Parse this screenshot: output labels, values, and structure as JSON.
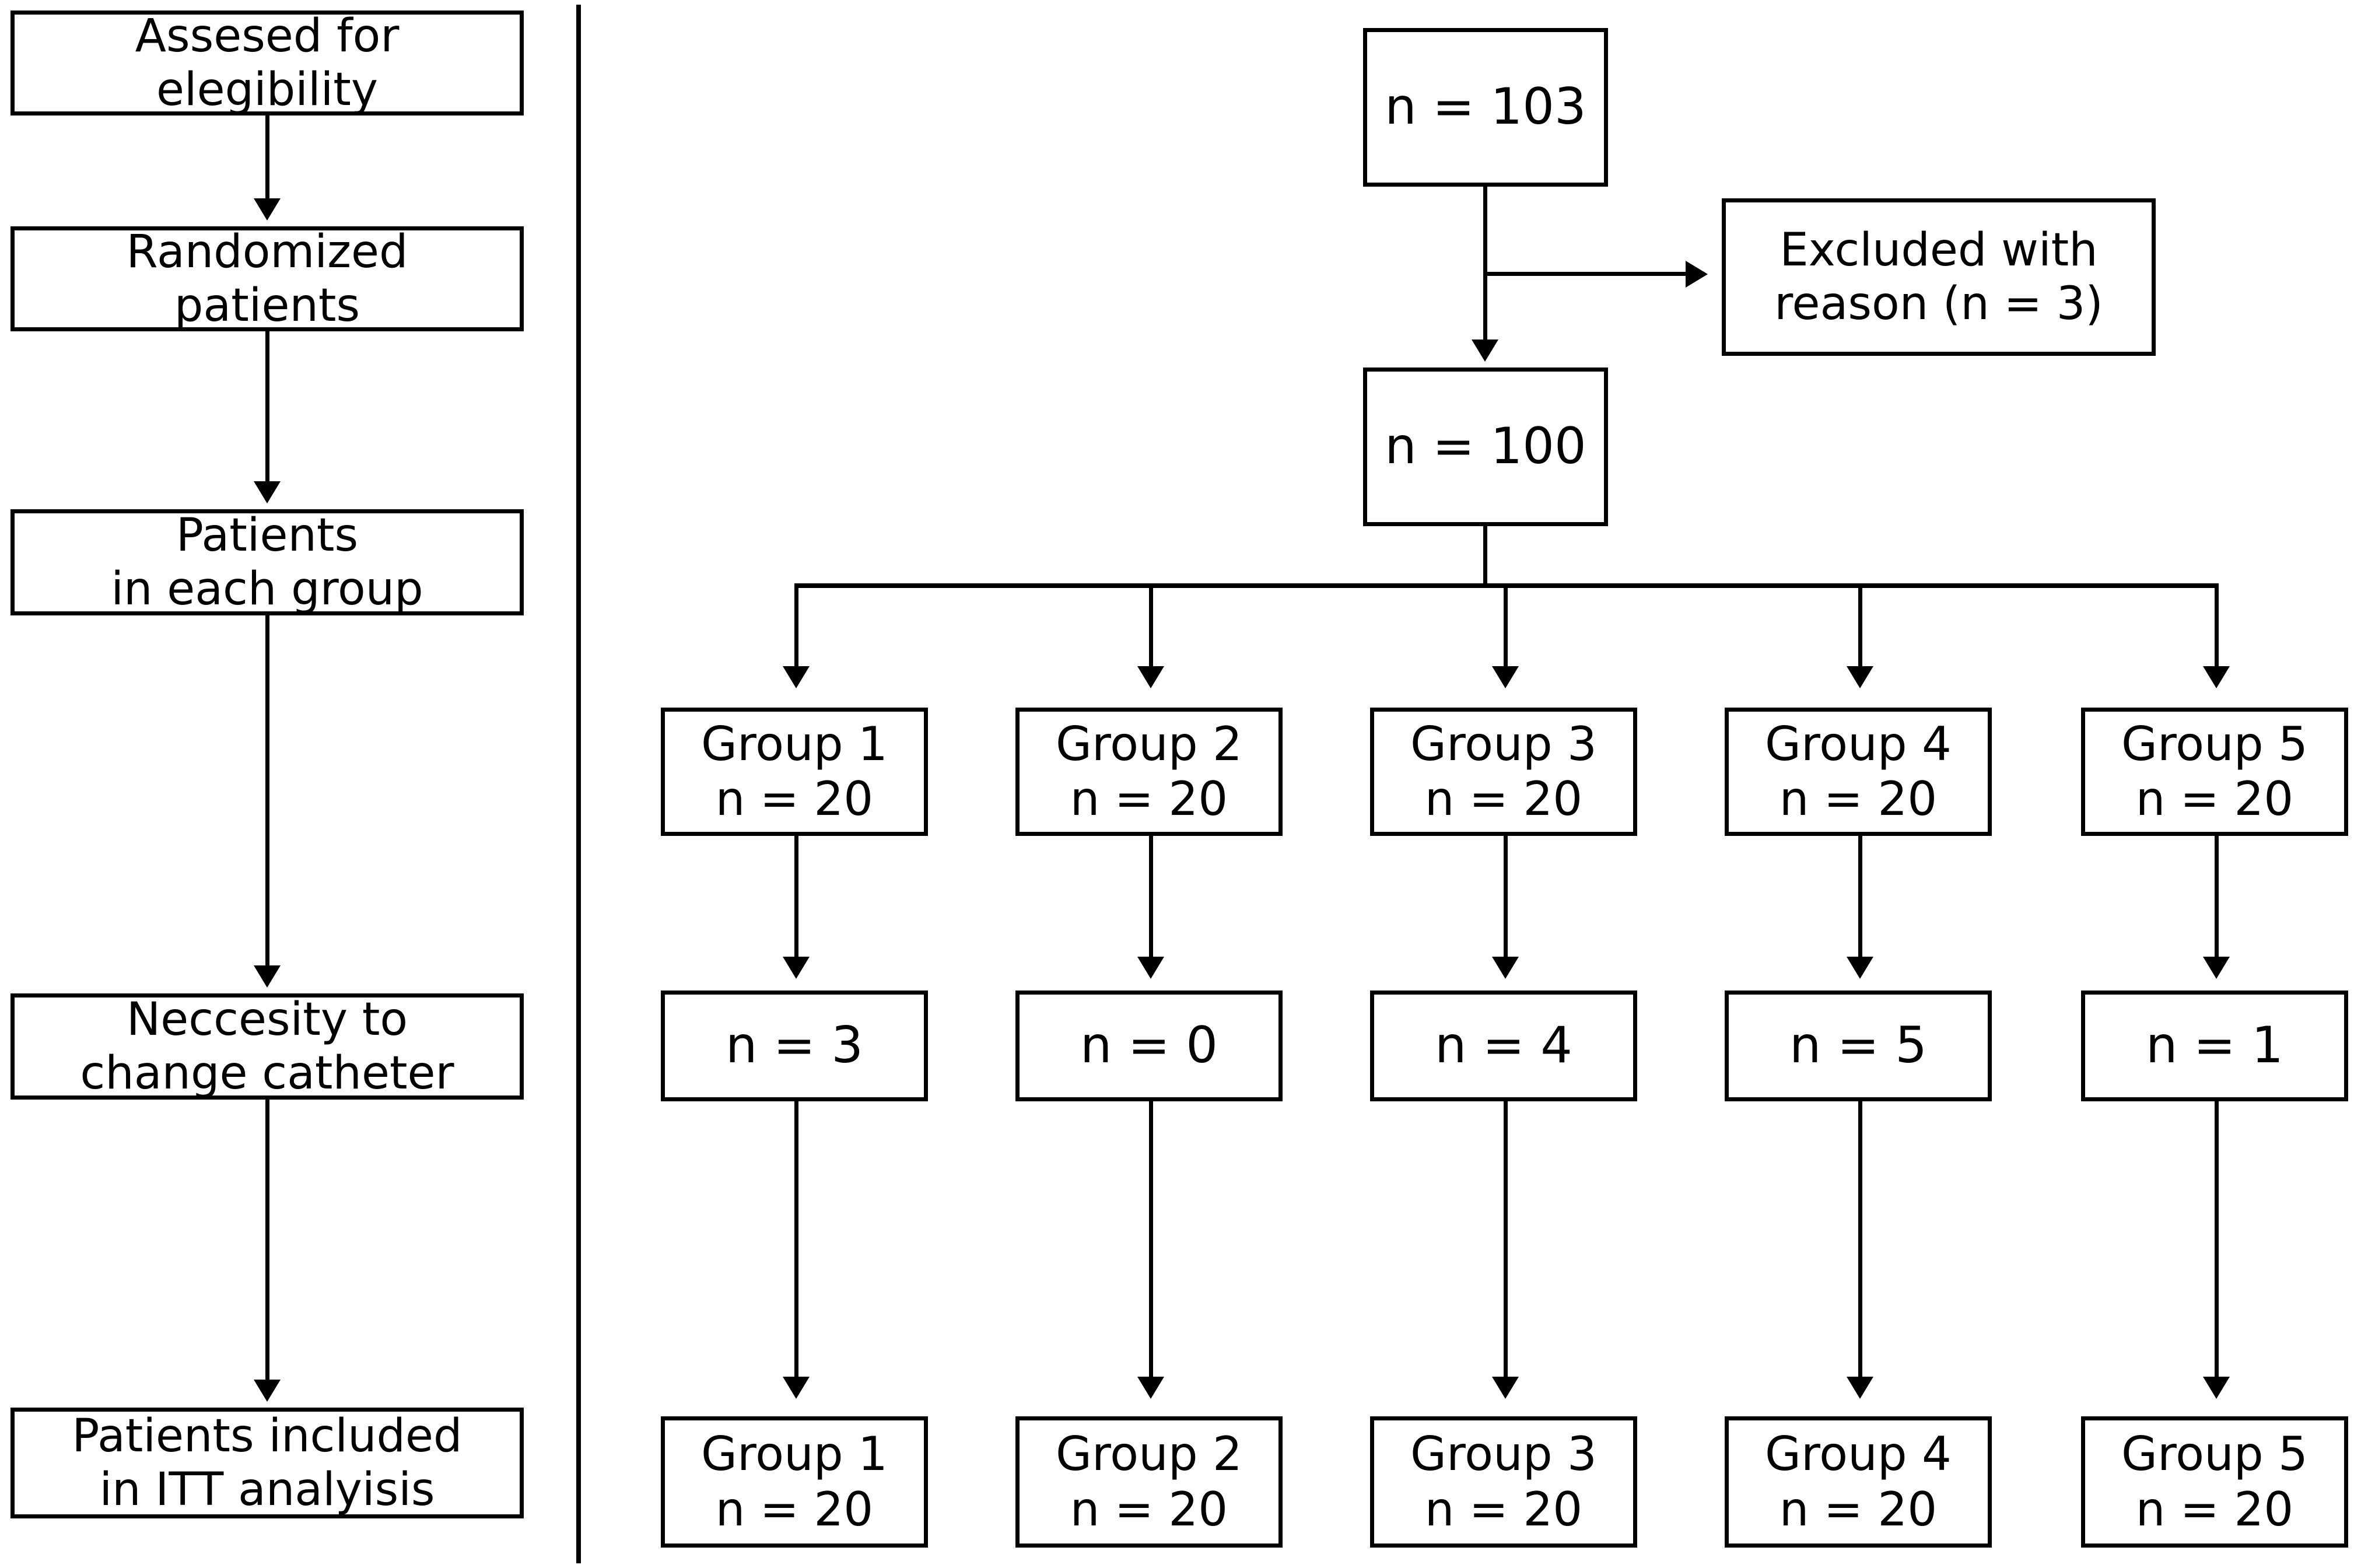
{
  "diagram": {
    "title": "CONSORT-style patient flow diagram",
    "colors": {
      "line": "#000000",
      "background": "#ffffff",
      "text": "#000000"
    },
    "stage_labels": [
      {
        "id": "assessed",
        "lines": [
          "Assesed for",
          "elegibility"
        ]
      },
      {
        "id": "randomized",
        "lines": [
          "Randomized",
          "patients"
        ]
      },
      {
        "id": "patients-each-group",
        "lines": [
          "Patients",
          "in each group"
        ]
      },
      {
        "id": "necessity-change-catheter",
        "lines": [
          "Neccesity to",
          "change catheter"
        ]
      },
      {
        "id": "itt-analysis",
        "lines": [
          "Patients included",
          "in ITT analyisis"
        ]
      }
    ],
    "assessed_total": {
      "lines": [
        "n = 103"
      ]
    },
    "excluded": {
      "lines": [
        "Excluded with",
        "reason (n = 3)"
      ]
    },
    "randomized_total": {
      "lines": [
        "n = 100"
      ]
    },
    "groups_allocated": [
      {
        "lines": [
          "Group 1",
          "n = 20"
        ]
      },
      {
        "lines": [
          "Group 2",
          "n = 20"
        ]
      },
      {
        "lines": [
          "Group 3",
          "n = 20"
        ]
      },
      {
        "lines": [
          "Group 4",
          "n = 20"
        ]
      },
      {
        "lines": [
          "Group 5",
          "n = 20"
        ]
      }
    ],
    "catheter_changes": [
      {
        "lines": [
          "n = 3"
        ]
      },
      {
        "lines": [
          "n = 0"
        ]
      },
      {
        "lines": [
          "n = 4"
        ]
      },
      {
        "lines": [
          "n = 5"
        ]
      },
      {
        "lines": [
          "n = 1"
        ]
      }
    ],
    "groups_itt": [
      {
        "lines": [
          "Group 1",
          "n = 20"
        ]
      },
      {
        "lines": [
          "Group 2",
          "n = 20"
        ]
      },
      {
        "lines": [
          "Group 3",
          "n = 20"
        ]
      },
      {
        "lines": [
          "Group 4",
          "n = 20"
        ]
      },
      {
        "lines": [
          "Group 5",
          "n = 20"
        ]
      }
    ]
  }
}
